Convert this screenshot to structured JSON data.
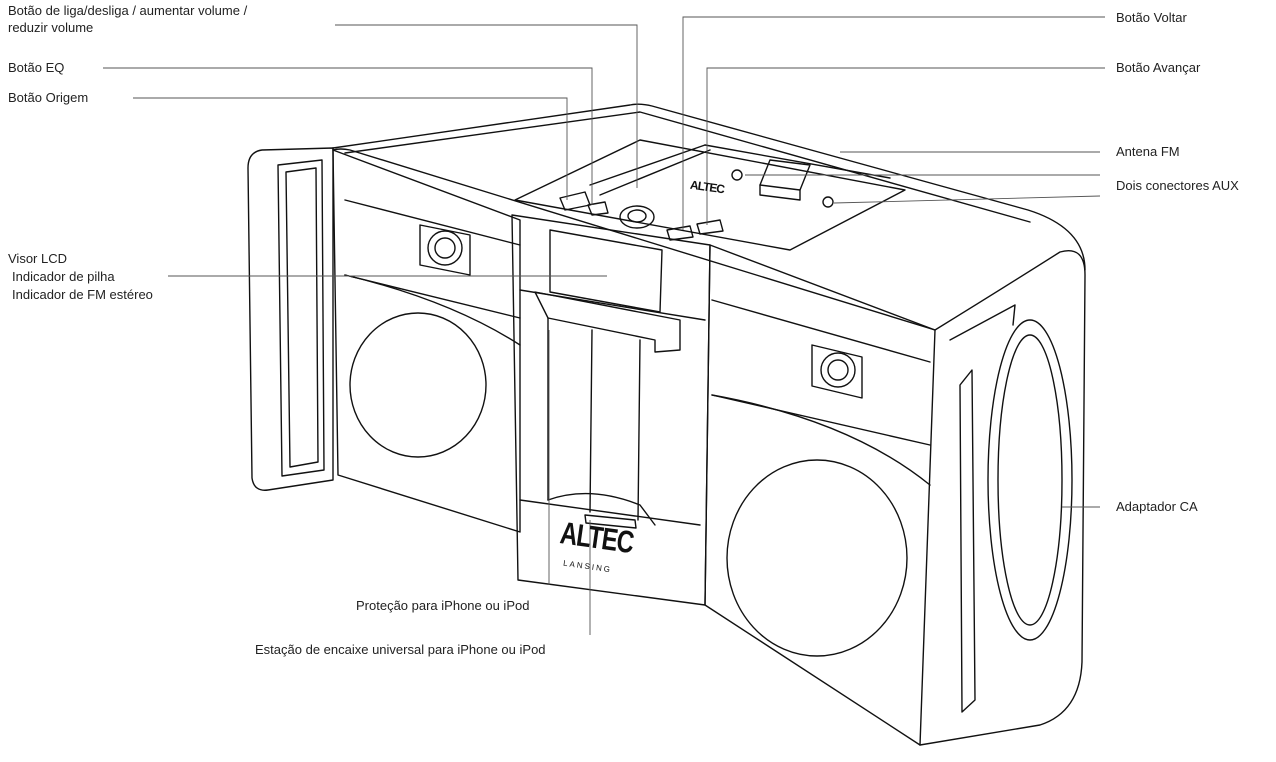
{
  "labels": {
    "power_volume_1": "Botão de liga/desliga / aumentar volume /",
    "power_volume_2": "reduzir volume",
    "eq": "Botão EQ",
    "source": "Botão Origem",
    "lcd": "Visor LCD",
    "battery": "Indicador de pilha",
    "fm_stereo": "Indicador de FM estéreo",
    "back": "Botão Voltar",
    "forward": "Botão Avançar",
    "fm_antenna": "Antena FM",
    "aux": "Dois conectores AUX",
    "ac_adapter": "Adaptador CA",
    "iphone_protection": "Proteção para iPhone ou iPod",
    "dock": "Estação de encaixe universal para iPhone ou iPod"
  },
  "brand": {
    "top": "ALTEC",
    "front": "ALTEC",
    "front_sub": "LANSING"
  },
  "colors": {
    "line": "#111111",
    "leader": "#555555",
    "text": "#222222"
  }
}
